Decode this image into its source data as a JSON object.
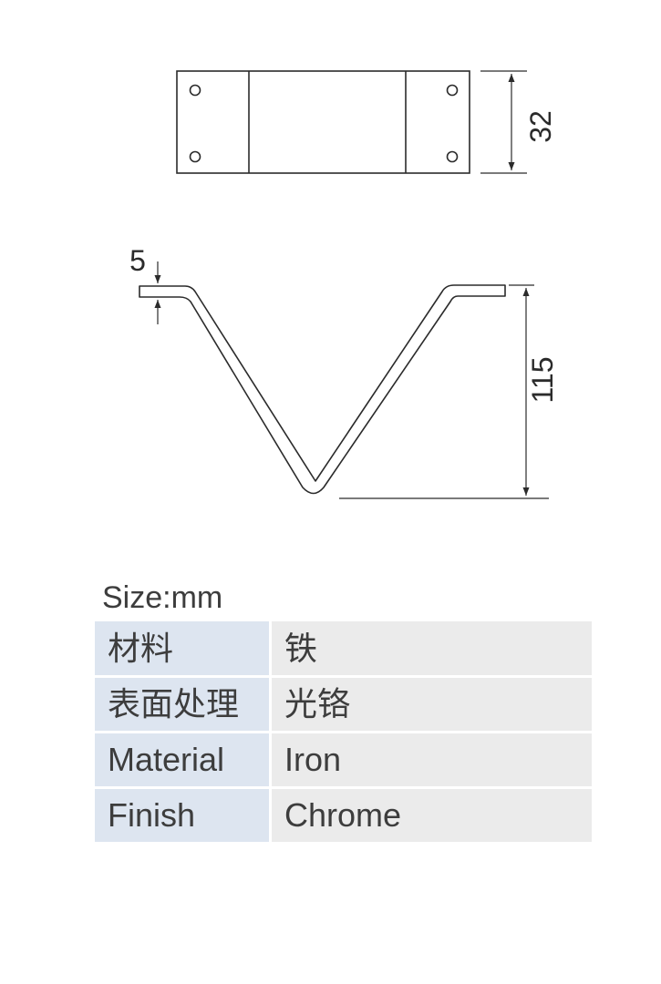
{
  "dimensions": {
    "width_label": "32",
    "height_label": "115",
    "thickness_label": "5"
  },
  "size_unit_label": "Size:mm",
  "spec_table": [
    {
      "key": "材料",
      "value": "铁"
    },
    {
      "key": "表面处理",
      "value": "光铬"
    },
    {
      "key": "Material",
      "value": "Iron"
    },
    {
      "key": "Finish",
      "value": "Chrome"
    }
  ],
  "colors": {
    "line": "#2b2b2b",
    "key_cell": "#dde5f0",
    "value_cell": "#ebebeb"
  }
}
